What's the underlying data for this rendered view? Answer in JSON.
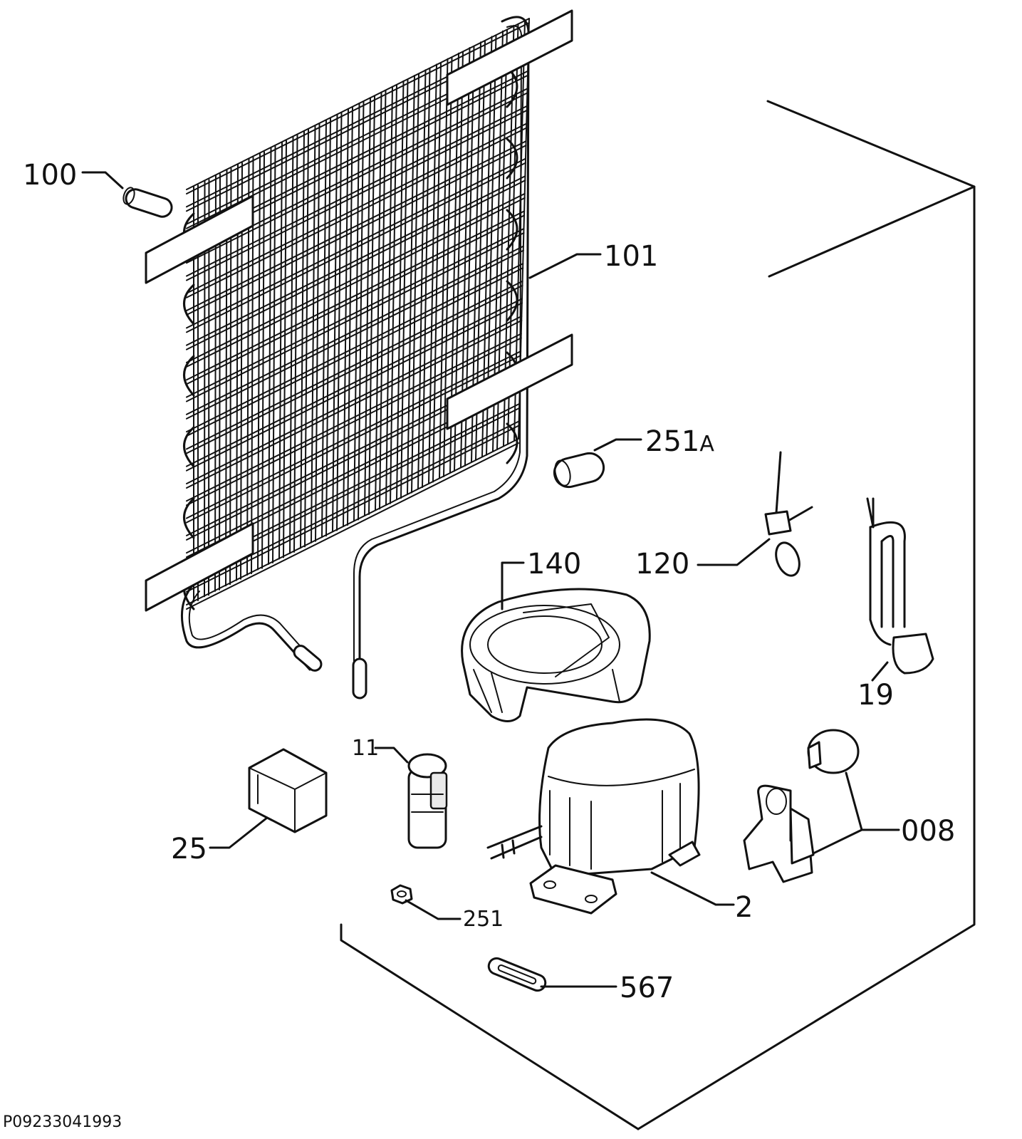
{
  "labels": {
    "p100": "100",
    "p101": "101",
    "p251a_num": "251",
    "p251a_suffix": "A",
    "p140": "140",
    "p120": "120",
    "p19": "19",
    "p11": "11",
    "p25": "25",
    "p008": "008",
    "p2": "2",
    "p251": "251",
    "p567": "567"
  },
  "footer": {
    "code": "P09233041993"
  }
}
